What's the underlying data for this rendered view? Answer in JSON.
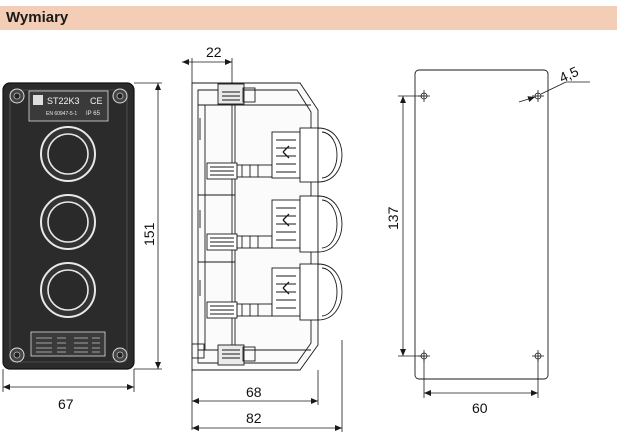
{
  "header": {
    "title": "Wymiary",
    "background_color": "#f4cdb7"
  },
  "front_view": {
    "label_model": "ST22K3",
    "label_ce": "CE",
    "label_standard": "EN 60947-5-1",
    "label_ip": "IP 65",
    "button_count": 3,
    "width_label": "67",
    "height_label": "151"
  },
  "side_view": {
    "top_dim_label": "22",
    "inner_width_label": "68",
    "overall_width_label": "82"
  },
  "mounting_plate": {
    "hole_dia_label": "4,5",
    "hole_vertical_label": "137",
    "hole_horizontal_label": "60"
  },
  "colors": {
    "line": "#1a1a1a",
    "body_dark": "#2b2b2b",
    "body_light": "#f6f6f6"
  }
}
